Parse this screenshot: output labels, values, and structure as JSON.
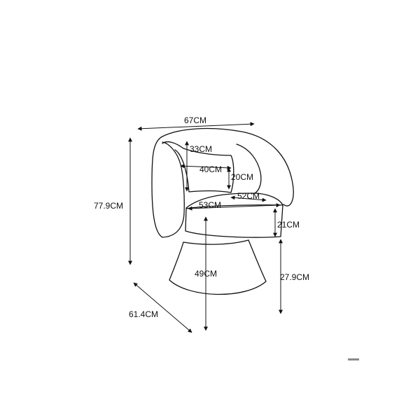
{
  "dimensions": {
    "overall_width": "67CM",
    "overall_height": "77.9CM",
    "overall_depth": "61.4CM",
    "back_cushion_height": "33CM",
    "back_cushion_width": "40CM",
    "back_cushion_depth": "20CM",
    "seat_depth": "52CM",
    "seat_width": "53CM",
    "seat_thickness": "21CM",
    "seat_height": "49CM",
    "base_height": "27.9CM"
  },
  "colors": {
    "line": "#111111",
    "scale_mark": "#8a8a8a"
  }
}
